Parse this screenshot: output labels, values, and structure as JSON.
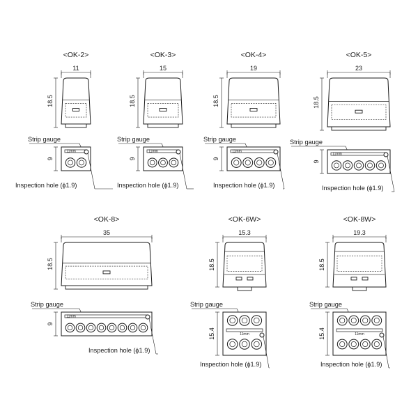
{
  "models": [
    {
      "title": "<OK-2>",
      "width": "11",
      "height": "18.5",
      "depth": "9"
    },
    {
      "title": "<OK-3>",
      "width": "15",
      "height": "18.5",
      "depth": "9"
    },
    {
      "title": "<OK-4>",
      "width": "19",
      "height": "18.5",
      "depth": "9"
    },
    {
      "title": "<OK-5>",
      "width": "23",
      "height": "18.5",
      "depth": "9"
    },
    {
      "title": "<OK-8>",
      "width": "35",
      "height": "18.5",
      "depth": "9"
    },
    {
      "title": "<OK-6W>",
      "width": "15.3",
      "height": "18.5",
      "depth": "15.4"
    },
    {
      "title": "<OK-8W>",
      "width": "19.3",
      "height": "18.5",
      "depth": "15.4"
    }
  ],
  "labels": {
    "strip_gauge": "Strip gauge",
    "inspection_hole": "Inspection hole (ϕ1.9)",
    "strip_length": "11mm"
  }
}
